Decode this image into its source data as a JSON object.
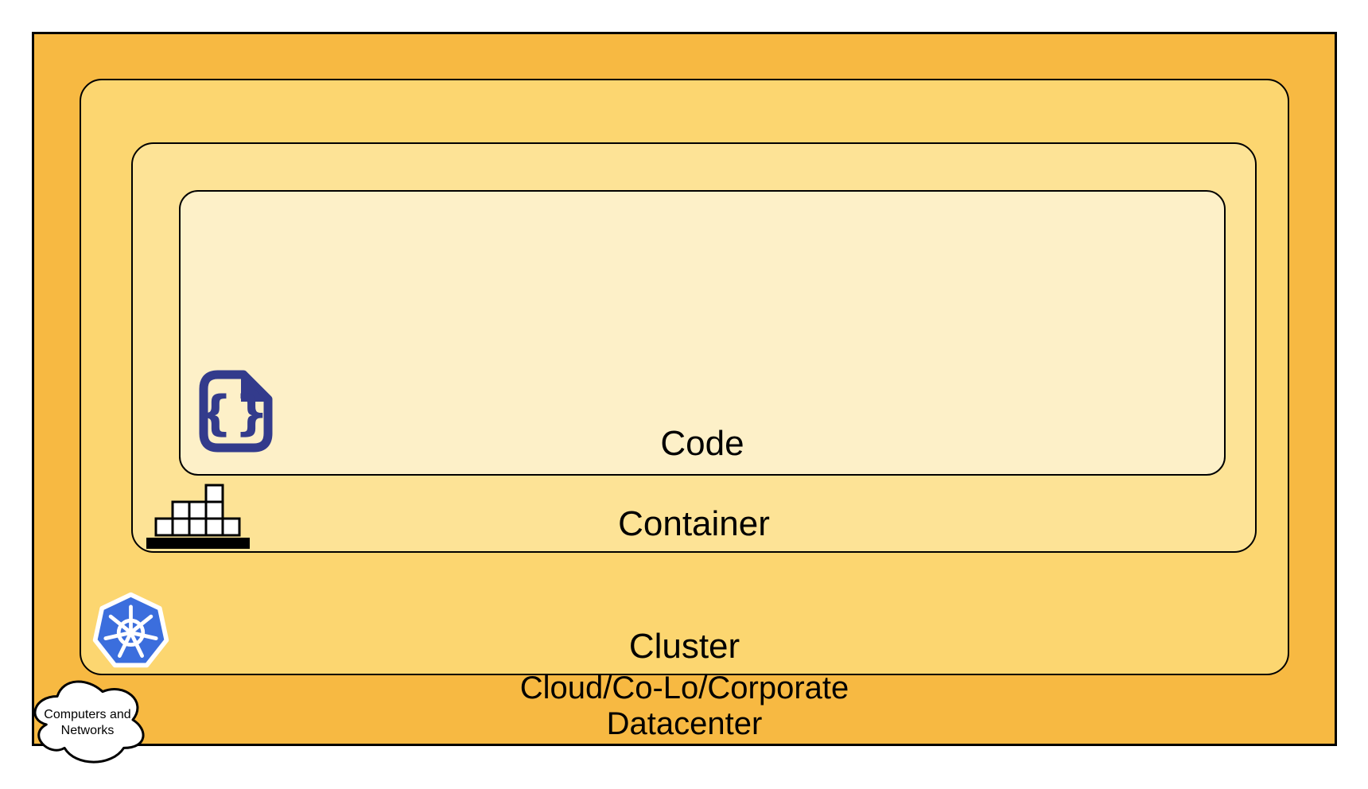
{
  "colors": {
    "datacenter_fill": "#F7B942",
    "cluster_fill": "#FCD670",
    "container_fill": "#FDE396",
    "code_fill": "#FDF0C8",
    "border": "#000000",
    "code_icon_navy": "#333B8C",
    "kubernetes_blue": "#3B6EDD"
  },
  "layers": {
    "code": {
      "label": "Code"
    },
    "container": {
      "label": "Container"
    },
    "cluster": {
      "label": "Cluster"
    },
    "datacenter": {
      "label_line1": "Cloud/Co-Lo/Corporate",
      "label_line2": "Datacenter"
    }
  },
  "cloud_badge": {
    "line1": "Computers and",
    "line2": "Networks"
  },
  "icons": {
    "code_file_icon": "document-with-curly-braces",
    "container_icon": "stacked-blocks-on-platform",
    "cluster_icon": "kubernetes-helm-wheel",
    "datacenter_icon": "cloud",
    "braces_glyph": "{}"
  }
}
